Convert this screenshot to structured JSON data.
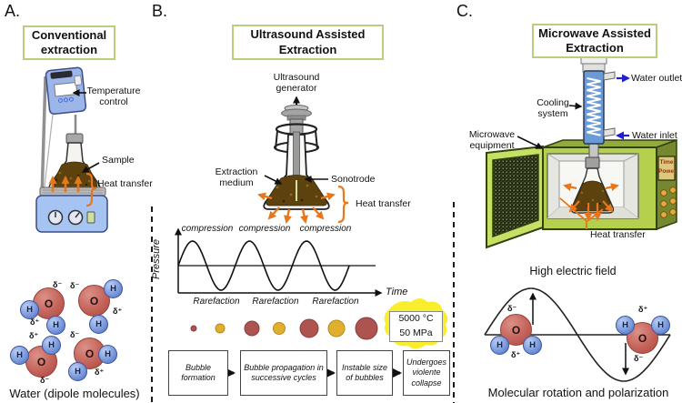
{
  "figure": {
    "panel_a": {
      "label": "A.",
      "title": "Conventional extraction",
      "labels": {
        "temperature_control": "Temperature control",
        "sample": "Sample",
        "heat_transfer": "Heat transfer"
      },
      "caption": "Water (dipole molecules)"
    },
    "panel_b": {
      "label": "B.",
      "title": "Ultrasound Assisted Extraction",
      "labels": {
        "ultrasound_generator": "Ultrasound generator",
        "extraction_medium": "Extraction medium",
        "sonotrode": "Sonotrode",
        "heat_transfer": "Heat transfer"
      },
      "wave": {
        "y_axis": "Pressure",
        "x_axis": "Time",
        "compression": "compression",
        "rarefaction": "Rarefaction"
      },
      "burst": {
        "temperature": "5000 °C",
        "pressure": "50 MPa"
      },
      "flow_steps": [
        "Bubble formation",
        "Bubble propagation in successive cycles",
        "Instable size of bubbles",
        "Undergoes violente collapse"
      ]
    },
    "panel_c": {
      "label": "C.",
      "title": "Microwave Assisted Extraction",
      "labels": {
        "water_outlet": "Water outlet",
        "cooling_system": "Cooling system",
        "water_inlet": "Water inlet",
        "microwave_equipment": "Microwave equipment",
        "heat_transfer": "Heat transfer"
      },
      "display": {
        "line1": "Time",
        "line2": "Power"
      },
      "field_title": "High electric field",
      "caption": "Molecular rotation and polarization"
    },
    "molecule": {
      "oxygen": "O",
      "hydrogen": "H",
      "delta_minus": "δ⁻",
      "delta_plus": "δ⁺"
    },
    "colors": {
      "title_border_green": "#b9cf7f",
      "heat_arrow_orange": "#e8761a",
      "liquid_brown": "#5d420e",
      "bubble_red": "#ad5350",
      "bubble_yellow": "#e0af2e",
      "burst_yellow": "#f8ee2e",
      "microwave_green": "#b4d04c",
      "condenser_blue": "#6b9ad8",
      "water_arrow_blue": "#1f1fd0",
      "oxygen_red": "#c4635a",
      "hydrogen_blue": "#7694d8"
    }
  }
}
